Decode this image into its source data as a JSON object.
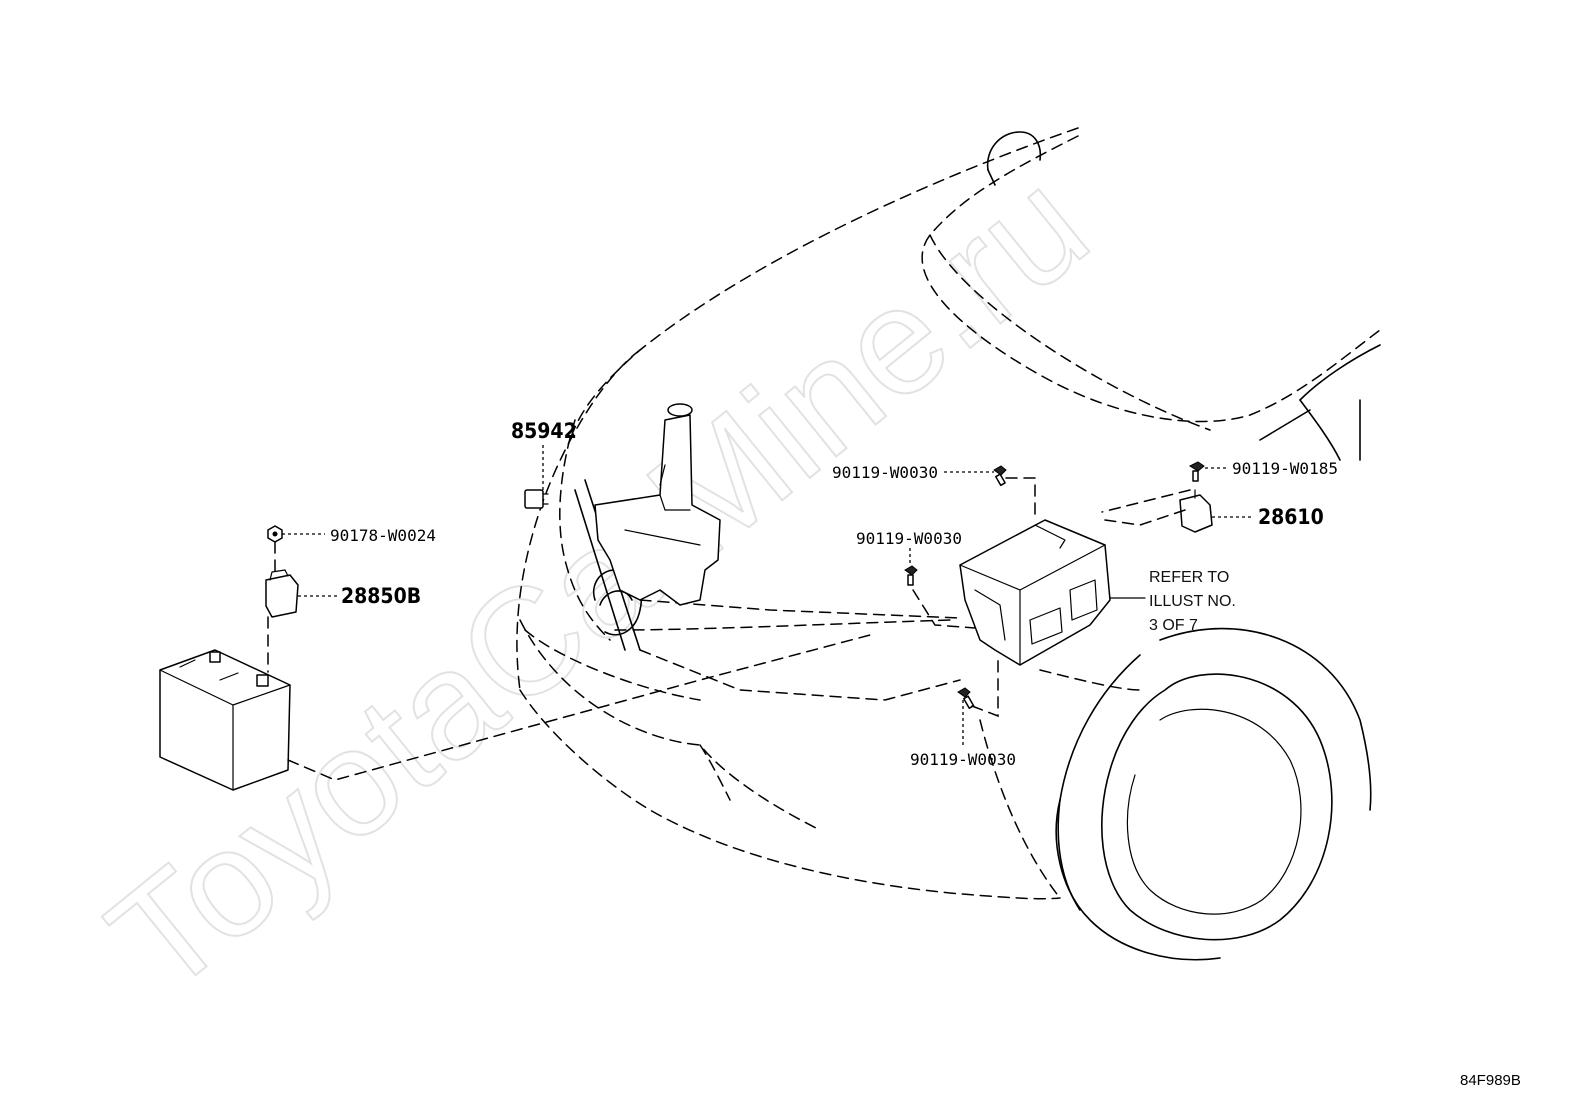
{
  "watermark": "ToyotaCarMine.ru",
  "diagram_code": "84F989B",
  "callouts": [
    {
      "id": "85942",
      "label": "85942"
    },
    {
      "id": "90119-W0030-top",
      "label": "90119-W0030"
    },
    {
      "id": "90119-W0185",
      "label": "90119-W0185"
    },
    {
      "id": "28610",
      "label": "28610"
    },
    {
      "id": "90119-W0030-mid",
      "label": "90119-W0030"
    },
    {
      "id": "90178-W0024",
      "label": "90178-W0024"
    },
    {
      "id": "28850B",
      "label": "28850B"
    },
    {
      "id": "90119-W0030-bottom",
      "label": "90119-W0030"
    }
  ],
  "note": {
    "line1": "REFER TO",
    "line2": "ILLUST NO.",
    "line3": "3 OF 7"
  }
}
